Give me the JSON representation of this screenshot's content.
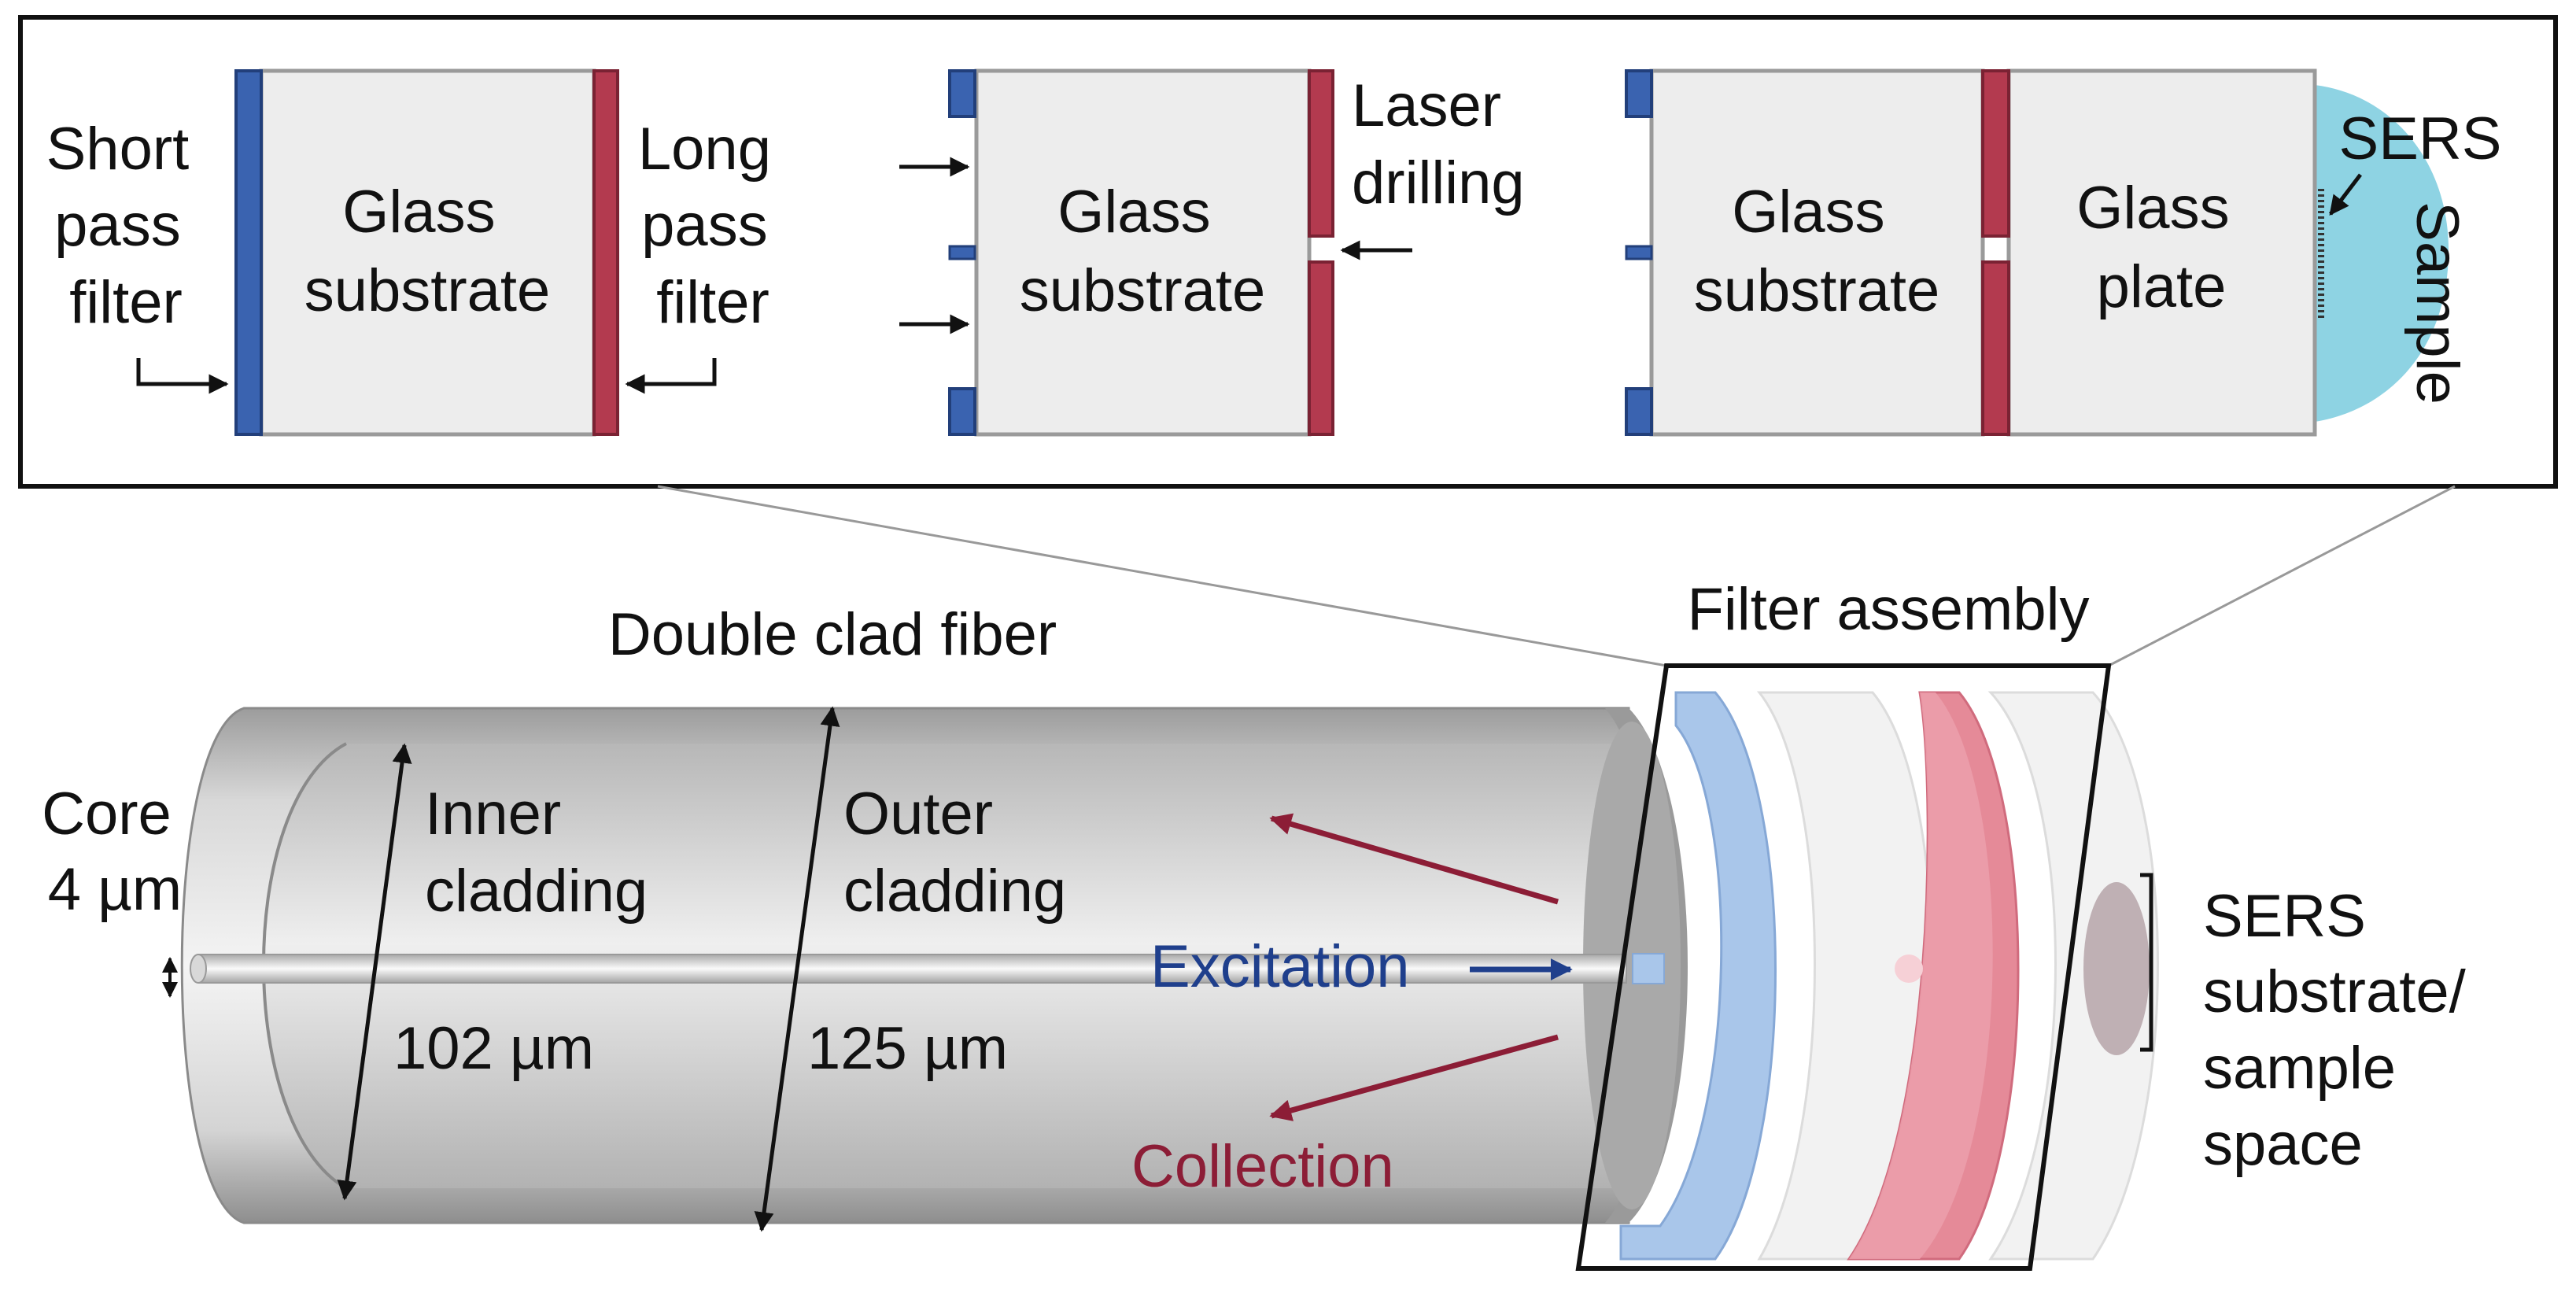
{
  "colors": {
    "blue_filter": "#3a63b0",
    "red_filter": "#b33a4f",
    "excitation_text": "#1f3f8c",
    "collection_text": "#8c1d36",
    "sample_fill": "#8ed3e3",
    "glass_fill": "#ededed"
  },
  "top_panel": {
    "left": {
      "glass_label": [
        "Glass",
        "substrate"
      ],
      "short_pass_label": [
        "Short",
        "pass",
        "filter"
      ],
      "long_pass_label": [
        "Long",
        "pass",
        "filter"
      ]
    },
    "middle": {
      "glass_label": [
        "Glass",
        "substrate"
      ],
      "laser_label": [
        "Laser",
        "drilling"
      ]
    },
    "right": {
      "glass_label": [
        "Glass",
        "substrate"
      ],
      "plate_label": [
        "Glass",
        "plate"
      ],
      "sers_label": "SERS",
      "sample_label": "Sample"
    }
  },
  "fiber": {
    "title": "Double clad fiber",
    "core_label": [
      "Core",
      "4 µm"
    ],
    "inner_label": [
      "Inner",
      "cladding"
    ],
    "inner_size": "102 µm",
    "outer_label": [
      "Outer",
      "cladding"
    ],
    "outer_size": "125 µm",
    "excitation_label": "Excitation",
    "collection_label": "Collection"
  },
  "assembly": {
    "title": "Filter assembly",
    "sers_label": [
      "SERS",
      "substrate/",
      "sample",
      "space"
    ]
  }
}
